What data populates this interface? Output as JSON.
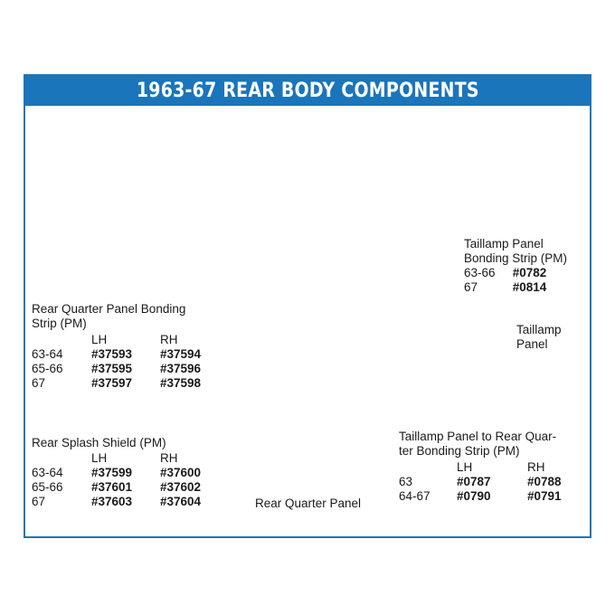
{
  "title": "1963-67 REAR BODY COMPONENTS",
  "colors": {
    "accent": "#1b75bb",
    "leader": "#1b75bb",
    "line_art": "#1a1a1a"
  },
  "labels": {
    "taillamp_bonding": {
      "lines": [
        "Taillamp Panel",
        "Bonding Strip (PM)"
      ],
      "rows": [
        {
          "years": "63-66",
          "part": "#0782"
        },
        {
          "years": "67",
          "part": "#0814"
        }
      ]
    },
    "taillamp_panel": {
      "lines": [
        "Taillamp",
        "Panel"
      ]
    },
    "rear_quarter_bonding": {
      "lines": [
        "Rear Quarter Panel Bonding",
        "Strip (PM)"
      ],
      "headers": [
        "LH",
        "RH"
      ],
      "rows": [
        {
          "years": "63-64",
          "lh": "#37593",
          "rh": "#37594"
        },
        {
          "years": "65-66",
          "lh": "#37595",
          "rh": "#37596"
        },
        {
          "years": "67",
          "lh": "#37597",
          "rh": "#37598"
        }
      ]
    },
    "rear_splash_shield": {
      "lines": [
        "Rear Splash Shield (PM)"
      ],
      "headers": [
        "LH",
        "RH"
      ],
      "rows": [
        {
          "years": "63-64",
          "lh": "#37599",
          "rh": "#37600"
        },
        {
          "years": "65-66",
          "lh": "#37601",
          "rh": "#37602"
        },
        {
          "years": "67",
          "lh": "#37603",
          "rh": "#37604"
        }
      ]
    },
    "rear_quarter_panel": {
      "lines": [
        "Rear Quarter Panel"
      ]
    },
    "taillamp_to_quarter": {
      "lines": [
        "Taillamp Panel to Rear Quar-",
        "ter Bonding Strip (PM)"
      ],
      "headers": [
        "LH",
        "RH"
      ],
      "rows": [
        {
          "years": "63",
          "lh": "#0787",
          "rh": "#0788"
        },
        {
          "years": "64-67",
          "lh": "#0790",
          "rh": "#0791"
        }
      ]
    }
  }
}
